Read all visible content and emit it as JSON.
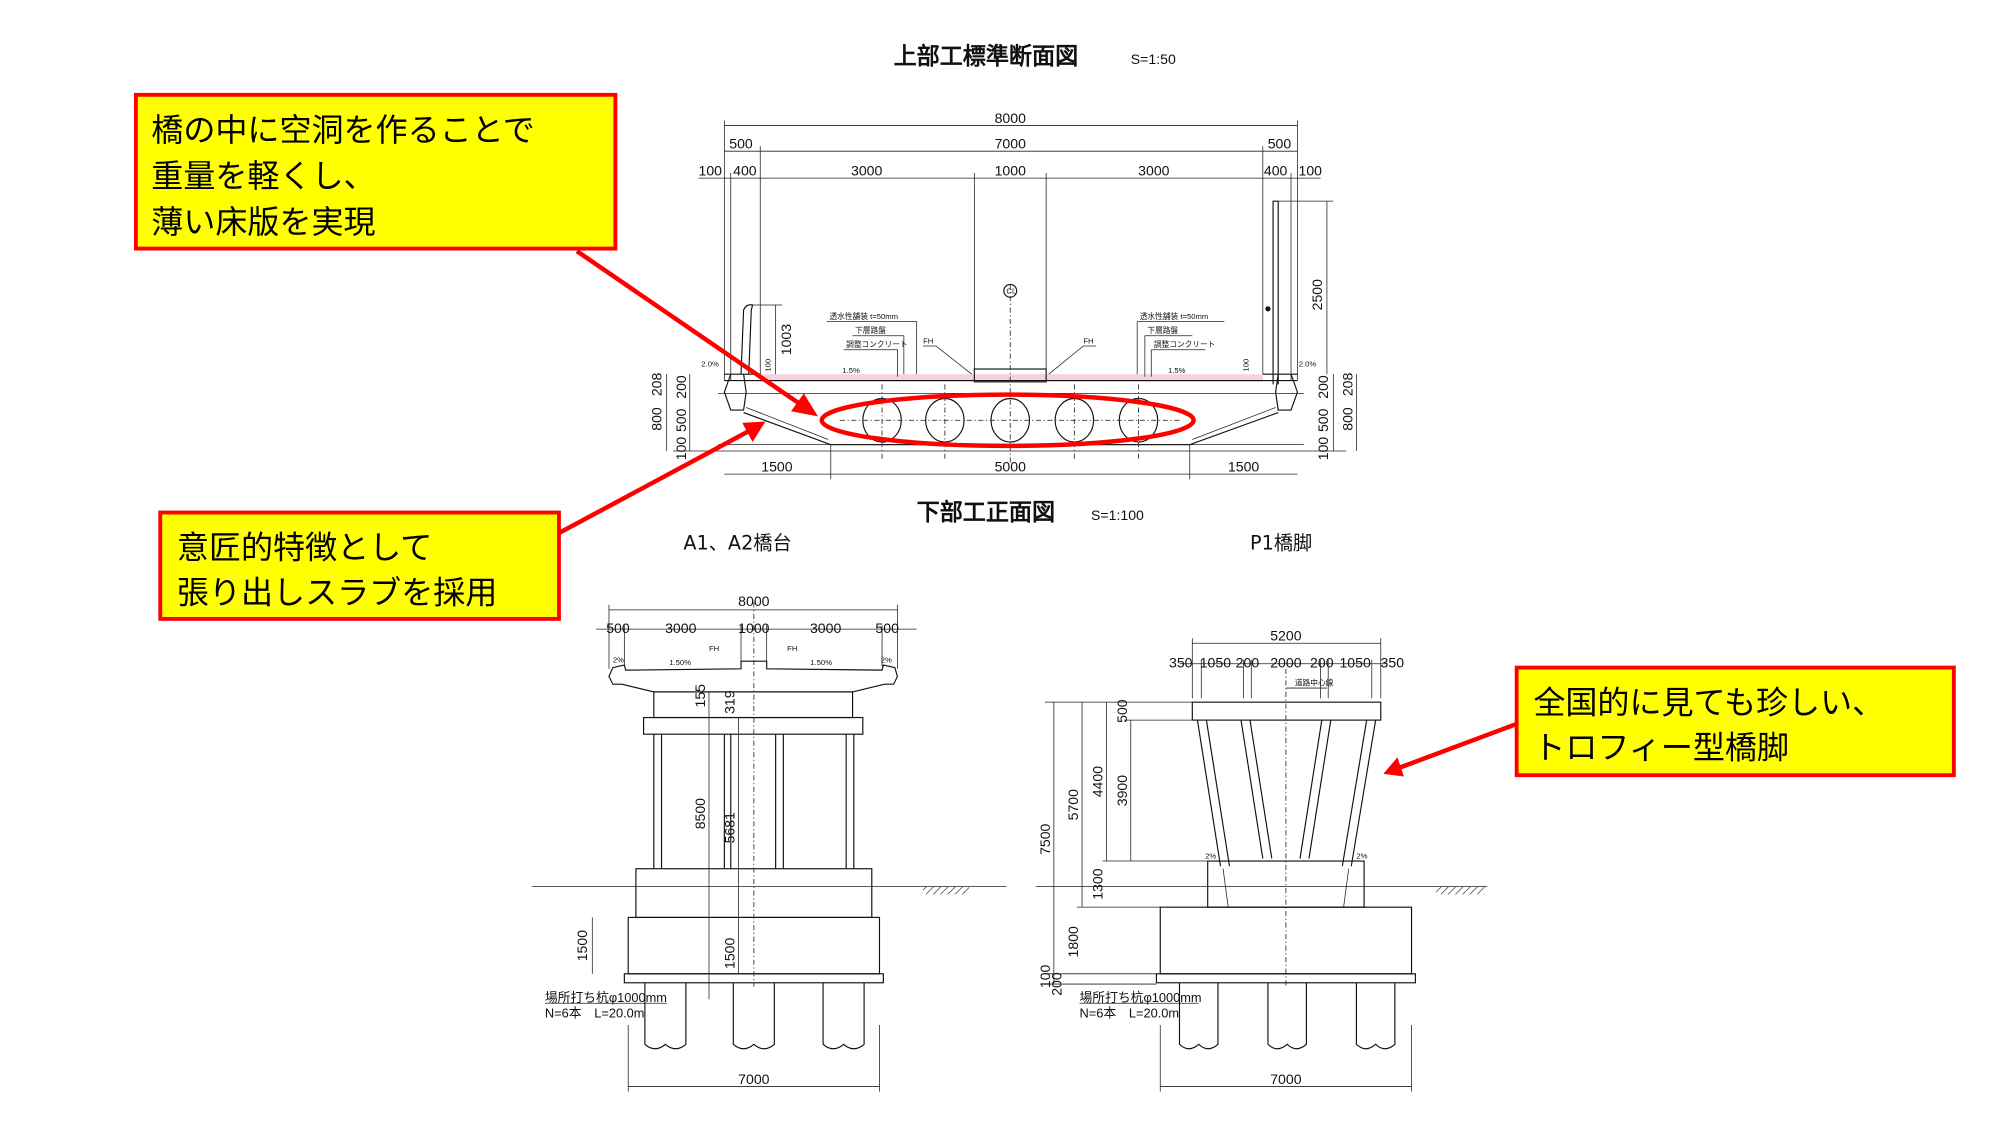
{
  "colors": {
    "callout_fill": "#ffff00",
    "callout_border": "#ff0000",
    "arrow": "#ff0000",
    "pavement": "#f4d3dc"
  },
  "cross_section": {
    "title": "上部工標準断面図",
    "scale": "S=1:50",
    "dims_top": [
      "8000",
      "7000",
      "500",
      "500",
      "100",
      "400",
      "3000",
      "1000",
      "3000",
      "400",
      "100"
    ],
    "dims_vertical": [
      "1003",
      "2500",
      "100",
      "100"
    ],
    "dims_bottom": [
      "1500",
      "5000",
      "1500"
    ],
    "dims_left": [
      "208",
      "200",
      "800",
      "500",
      "100"
    ],
    "dims_right": [
      "208",
      "200",
      "800",
      "500",
      "100"
    ],
    "notes_left": [
      "透水性舗装 t=50mm",
      "下層路盤",
      "調整コンクリート"
    ],
    "notes_right": [
      "透水性舗装 t=50mm",
      "下層路盤",
      "調整コンクリート"
    ],
    "fh": [
      "FH",
      "FH"
    ],
    "slopes": [
      "2.0%",
      "1.5%",
      "1.5%",
      "2.0%"
    ],
    "centerline": "CL"
  },
  "substructure": {
    "title": "下部工正面図",
    "scale": "S=1:100"
  },
  "abutment": {
    "title": "A1、A2橋台",
    "dims_top": [
      "8000",
      "500",
      "3000",
      "1000",
      "3000",
      "500"
    ],
    "fh": [
      "FH",
      "FH"
    ],
    "slopes": [
      "2%",
      "1.50%",
      "1.50%",
      "2%"
    ],
    "dims_vertical": [
      "155",
      "319",
      "8500",
      "5681",
      "1500",
      "1500"
    ],
    "dim_bottom": "7000",
    "pile_note": [
      "場所打ち杭φ1000mm",
      "N=6本　L=20.0m"
    ]
  },
  "pier": {
    "title": "P1橋脚",
    "dims_top": [
      "5200",
      "350",
      "1050",
      "200",
      "2000",
      "200",
      "1050",
      "350"
    ],
    "road_center": "道路中心線",
    "slopes": [
      "2%",
      "2%"
    ],
    "dims_vertical": [
      "500",
      "3900",
      "4400",
      "5700",
      "7500",
      "1300",
      "1800",
      "100",
      "200"
    ],
    "dim_bottom": "7000",
    "pile_note": [
      "場所打ち杭φ1000mm",
      "N=6本　L=20.0m"
    ]
  },
  "callouts": [
    {
      "lines": [
        "橋の中に空洞を作ることで",
        "重量を軽くし、",
        "薄い床版を実現"
      ]
    },
    {
      "lines": [
        "意匠的特徴として",
        "張り出しスラブを採用"
      ]
    },
    {
      "lines": [
        "全国的に見ても珍しい、",
        "トロフィー型橋脚"
      ]
    }
  ]
}
